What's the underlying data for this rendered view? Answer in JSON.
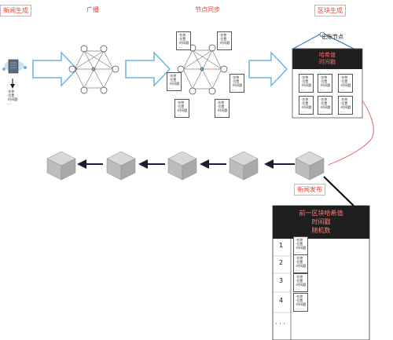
{
  "labels": {
    "news_generate": "新闻生成",
    "broadcast": "广播",
    "node_sync": "节点同步",
    "block_generate": "区块生成",
    "news_publish": "新闻发布",
    "accounting_node": "记账节点"
  },
  "note": {
    "line1": "·名称",
    "line2": "·位置",
    "line3": "·时间戳",
    "line4": "...."
  },
  "block": {
    "hash": "哈希值",
    "timestamp": "时间戳"
  },
  "chain_header": {
    "line1": "前一区块哈希值",
    "line2": "时间戳",
    "line3": "随机数"
  },
  "chain_rows": [
    "1",
    "2",
    "3",
    "4"
  ],
  "ellipsis": "· · ·",
  "colors": {
    "label_red": "#e0473b",
    "arrow_blue": "#6fb3e0",
    "dark": "#1f1f1f"
  }
}
